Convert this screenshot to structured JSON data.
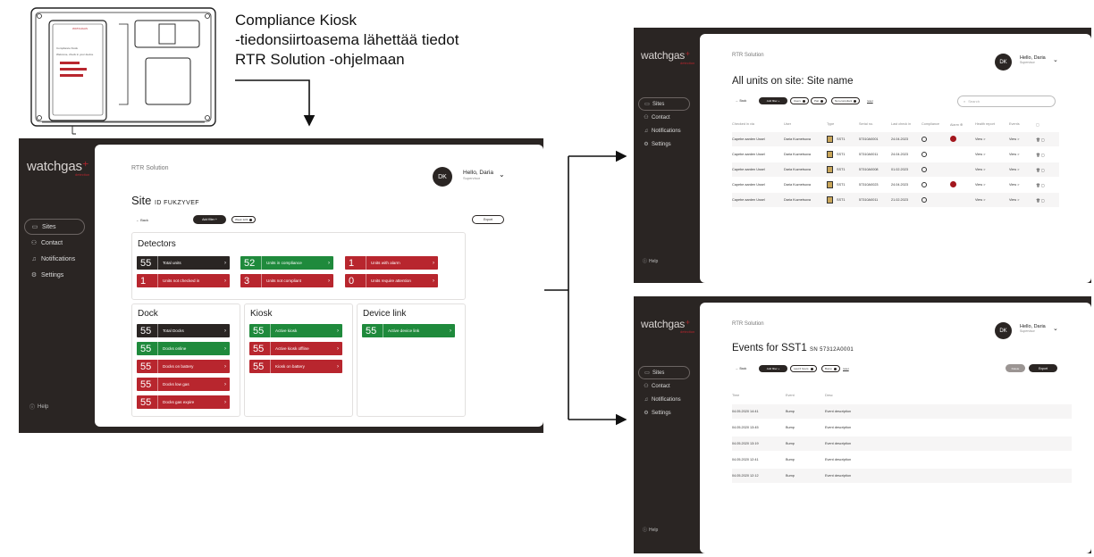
{
  "caption": {
    "line1": "Compliance Kiosk",
    "line2": "-tiedonsiirtoasema lähettää tiedot",
    "line3": "RTR Solution -ohjelmaan"
  },
  "kiosk_screen": {
    "brand": "WATCHGAS",
    "line1": "Compliance Kiosk",
    "line2": "Welcome, check in your device"
  },
  "common": {
    "brand": "watchgas",
    "brand_sub": "detection",
    "app_title": "RTR Solution",
    "avatar": "DK",
    "user_name": "Hello, Daria",
    "user_role": "Supervisor",
    "chevron": "⌄",
    "help": "Help",
    "nav": [
      "Sites",
      "Contact",
      "Notifications",
      "Settings"
    ],
    "back": "← Back",
    "export": "Export"
  },
  "site_screen": {
    "heading": "Site",
    "heading_id": "ID FUKZYVEF",
    "add_filter": "Add filter +",
    "date_chip": "Week 12/4",
    "detectors": {
      "title": "Detectors",
      "tiles": [
        {
          "num": "55",
          "label": "Total units",
          "color": "black"
        },
        {
          "num": "52",
          "label": "Units in compliance",
          "color": "green"
        },
        {
          "num": "1",
          "label": "Units with alarm",
          "color": "red"
        },
        {
          "num": "1",
          "label": "Units not checked in",
          "color": "red"
        },
        {
          "num": "3",
          "label": "Units not compliant",
          "color": "red"
        },
        {
          "num": "0",
          "label": "Units require attention",
          "color": "red"
        }
      ]
    },
    "dock": {
      "title": "Dock",
      "tiles": [
        {
          "num": "55",
          "label": "Total Docks",
          "color": "black"
        },
        {
          "num": "55",
          "label": "Docks online",
          "color": "green"
        },
        {
          "num": "55",
          "label": "Docks on battery",
          "color": "red"
        },
        {
          "num": "55",
          "label": "Docks low gas",
          "color": "red"
        },
        {
          "num": "55",
          "label": "Docks gas expire",
          "color": "red"
        }
      ]
    },
    "kiosk": {
      "title": "Kiosk",
      "tiles": [
        {
          "num": "55",
          "label": "Active kiosk",
          "color": "green"
        },
        {
          "num": "55",
          "label": "Active kiosk offline",
          "color": "red"
        },
        {
          "num": "55",
          "label": "Kiosk on battery",
          "color": "red"
        }
      ]
    },
    "devicelink": {
      "title": "Device link",
      "tiles": [
        {
          "num": "55",
          "label": "Active device link",
          "color": "green"
        }
      ]
    }
  },
  "units_screen": {
    "heading": "All units on site: Site name",
    "add_filter": "Add filter +",
    "filters": [
      "Users",
      "Pair",
      "Non-compliant"
    ],
    "reset": "reset",
    "search": "Search",
    "columns": [
      "Checked in via",
      "User",
      "Type",
      "Serial no.",
      "Last check in",
      "Compliance",
      "Alarm ⊕",
      "Health report",
      "Events"
    ],
    "rows": [
      {
        "via": "Capebe aarden Ussel",
        "user": "Daria Kuznetsova",
        "type": "SST1",
        "serial": "57310A0001",
        "last": "24.04.2023",
        "alarm": true,
        "health": "View >",
        "events": "View >"
      },
      {
        "via": "Capebe aarden Ussel",
        "user": "Daria Kuznetsova",
        "type": "SST1",
        "serial": "57310A0011",
        "last": "24.04.2023",
        "alarm": false,
        "health": "View >",
        "events": "View >"
      },
      {
        "via": "Capebe aarden Ussel",
        "user": "Daria Kuznetsova",
        "type": "SST1",
        "serial": "57310A0008",
        "last": "01.02.2023",
        "alarm": false,
        "health": "View >",
        "events": "View >"
      },
      {
        "via": "Capebe aarden Ussel",
        "user": "Daria Kuznetsova",
        "type": "SST1",
        "serial": "57310A0023",
        "last": "24.04.2023",
        "alarm": true,
        "health": "View >",
        "events": "View >"
      },
      {
        "via": "Capebe aarden Ussel",
        "user": "Daria Kuznetsova",
        "type": "SST1",
        "serial": "57310A0011",
        "last": "21.02.2023",
        "alarm": false,
        "health": "View >",
        "events": "View >"
      }
    ]
  },
  "events_screen": {
    "heading": "Events for SST1",
    "heading_sn": "SN 57312A0001",
    "add_filter": "Add filter +",
    "filters": [
      "Last 6 hours",
      "Bump"
    ],
    "reset": "reset",
    "delete": "Delete",
    "columns": [
      "Time",
      "Event",
      "Desc"
    ],
    "rows": [
      {
        "time": "04.05.2020 14:41",
        "event": "Bump",
        "desc": "Event description"
      },
      {
        "time": "04.05.2020 13:45",
        "event": "Bump",
        "desc": "Event description"
      },
      {
        "time": "04.05.2020 13:19",
        "event": "Bump",
        "desc": "Event description"
      },
      {
        "time": "04.05.2020 12:41",
        "event": "Bump",
        "desc": "Event description"
      },
      {
        "time": "04.05.2020 12:12",
        "event": "Bump",
        "desc": "Event description"
      }
    ]
  },
  "colors": {
    "dark": "#2a2523",
    "green": "#1f8a3c",
    "red": "#b8262e"
  }
}
